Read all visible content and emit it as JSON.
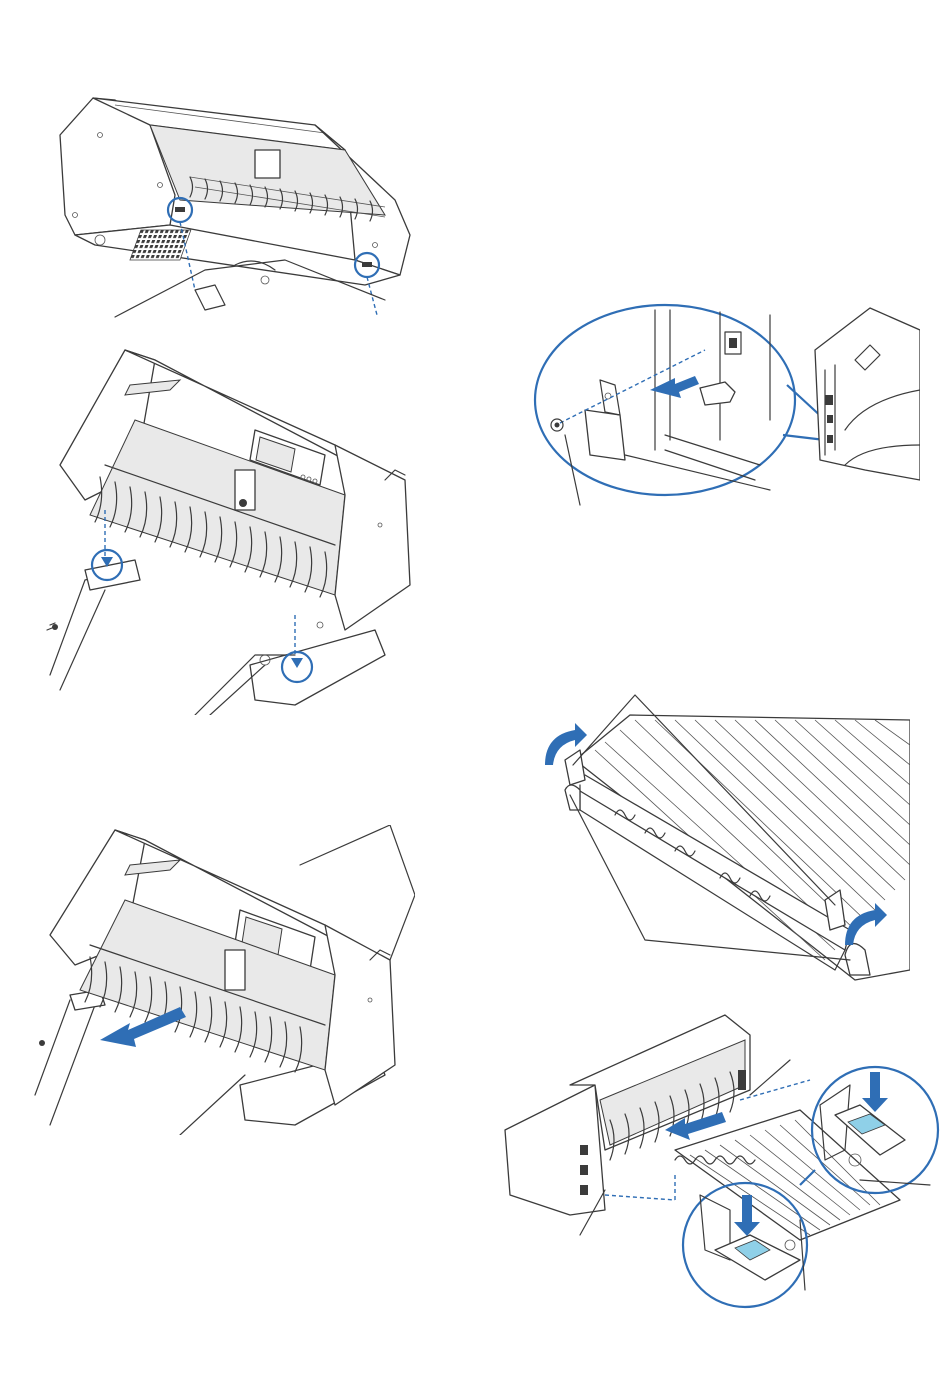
{
  "colors": {
    "accent": "#2f6eb5",
    "line": "#3b3b3b",
    "highlight": "#8fd0e8"
  },
  "figures": [
    {
      "id": "fig-underside-mount-holes",
      "icon": "plotter-underside"
    },
    {
      "id": "fig-mount-on-stand",
      "icon": "plotter-on-stand"
    },
    {
      "id": "fig-bracket-screw",
      "icon": "bracket-screw-detail"
    },
    {
      "id": "fig-pull-out",
      "icon": "plotter-pull-arrow"
    },
    {
      "id": "fig-basket-hooks",
      "icon": "basket-rotate-hooks"
    },
    {
      "id": "fig-attach-basket",
      "icon": "plotter-rear-basket"
    }
  ]
}
